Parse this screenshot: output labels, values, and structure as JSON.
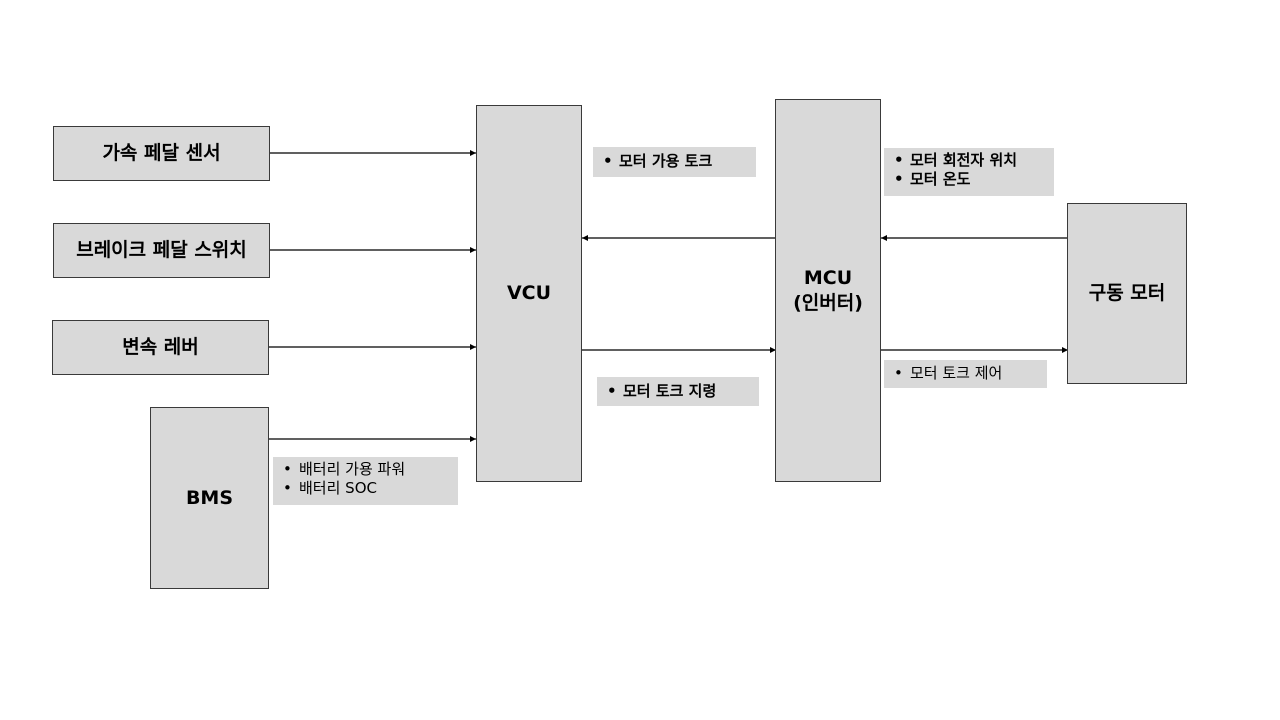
{
  "blocks": {
    "accel_pedal": "가속 페달 센서",
    "brake_switch": "브레이크 페달 스위치",
    "shift_lever": "변속 레버",
    "bms": "BMS",
    "vcu": "VCU",
    "mcu_line1": "MCU",
    "mcu_line2": "(인버터)",
    "motor": "구동 모터"
  },
  "signals": {
    "bms_to_vcu": [
      "배터리 가용 파워",
      "배터리 SOC"
    ],
    "mcu_to_vcu": [
      "모터 가용 토크"
    ],
    "vcu_to_mcu": [
      "모터 토크 지령"
    ],
    "motor_to_mcu": [
      "모터 회전자 위치",
      "모터 온도"
    ],
    "mcu_to_motor": [
      "모터 토크 제어"
    ]
  },
  "colors": {
    "block_fill": "#d9d9d9",
    "block_border": "#3a3a3a",
    "arrow": "#000000"
  }
}
